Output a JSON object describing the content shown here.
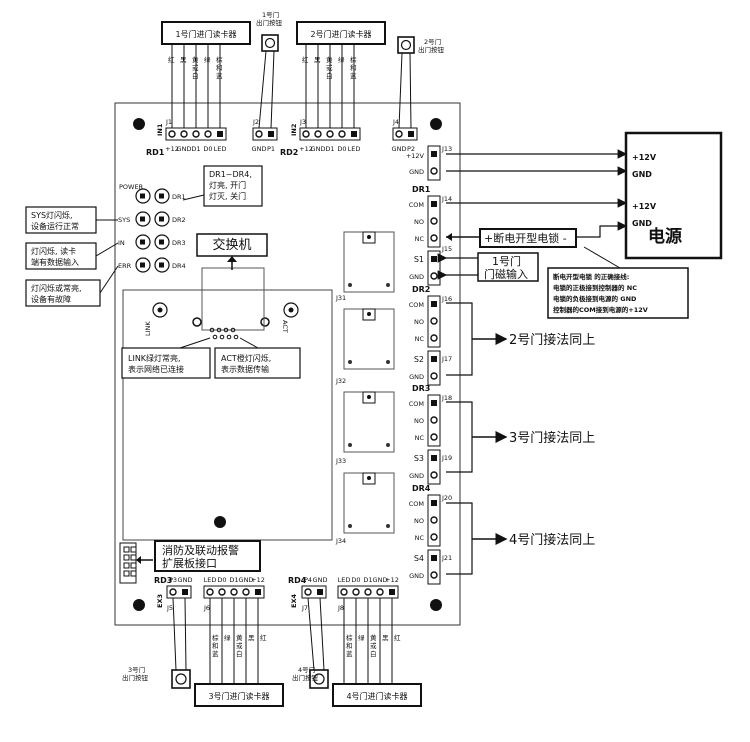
{
  "readers": {
    "r1": {
      "title": "1号门进门读卡器",
      "wires": [
        "红",
        "黑",
        "黄或白",
        "绿",
        "棕和蓝"
      ],
      "conn": "J1",
      "label": "RD1",
      "side": "IN1",
      "pins": [
        "+12",
        "GND",
        "D1",
        "D0",
        "LED"
      ]
    },
    "r2": {
      "title": "2号门进门读卡器",
      "wires": [
        "红",
        "黑",
        "黄或白",
        "绿",
        "棕和蓝"
      ],
      "conn": "J3",
      "label": "RD2",
      "side": "IN2",
      "pins": [
        "+12",
        "GND",
        "D1",
        "D0",
        "LED"
      ]
    },
    "r3": {
      "title": "3号门进门读卡器",
      "wires": [
        "棕和蓝",
        "绿",
        "黄或白",
        "黑",
        "红"
      ],
      "conn": "J6",
      "label": "RD3",
      "side": "EX3",
      "pins": [
        "LED",
        "D0",
        "D1",
        "GND",
        "+12"
      ]
    },
    "r4": {
      "title": "4号门进门读卡器",
      "wires": [
        "棕和蓝",
        "绿",
        "黄或白",
        "黑",
        "红"
      ],
      "conn": "J8",
      "label": "RD4",
      "side": "EX4",
      "pins": [
        "LED",
        "D0",
        "D1",
        "GND",
        "+12"
      ]
    }
  },
  "buttons": {
    "b1": {
      "title": "1号门\n出门按钮",
      "conn": "J2",
      "pins": [
        "GND",
        "P1"
      ]
    },
    "b2": {
      "title": "2号门\n出门按钮",
      "conn": "J4",
      "pins": [
        "GND",
        "P2"
      ]
    },
    "b3": {
      "title": "3号门\n出门按钮",
      "conn": "J5",
      "pins": [
        "P3",
        "GND"
      ]
    },
    "b4": {
      "title": "4号门\n出门按钮",
      "conn": "J7",
      "pins": [
        "P4",
        "GND"
      ]
    }
  },
  "leds": {
    "left": [
      "POWER",
      "SYS",
      "IN",
      "ERR"
    ],
    "right": [
      "DR1",
      "DR2",
      "DR3",
      "DR4"
    ],
    "notes": {
      "dr": "DR1~DR4,\n灯亮, 开门\n灯灭, 关门",
      "sys": "SYS灯闪烁,\n设备运行正常",
      "in": "灯闪烁, 读卡\n端有数据输入",
      "err": "灯闪烁或常亮,\n设备有故障"
    }
  },
  "network": {
    "switch": "交换机",
    "link": "LINK",
    "act": "ACT",
    "link_note": "LINK绿灯常亮,\n表示网络已连接",
    "act_note": "ACT橙灯闪烁,\n表示数据传输"
  },
  "fire": {
    "title": "消防及联动报警\n扩展板接口"
  },
  "power": {
    "label": "电源",
    "v1": "+12V",
    "g1": "GND",
    "v2": "+12V",
    "g2": "GND",
    "j13": "J13",
    "pin_v": "+12V",
    "pin_g": "GND"
  },
  "doors": {
    "d1": {
      "dr": "DR1",
      "j": "J14",
      "pins": [
        "COM",
        "NO",
        "NC"
      ],
      "lock": "断电开型电锁",
      "sensor_j": "J15",
      "sensor_pins": [
        "S1",
        "GND"
      ],
      "sensor": "1号门\n门磁输入"
    },
    "d2": {
      "dr": "DR2",
      "j": "J16",
      "pins": [
        "COM",
        "NO",
        "NC"
      ],
      "sensor_j": "J17",
      "sensor_pins": [
        "S2",
        "GND"
      ],
      "same": "2号门接法同上"
    },
    "d3": {
      "dr": "DR3",
      "j": "J18",
      "pins": [
        "COM",
        "NO",
        "NC"
      ],
      "sensor_j": "J19",
      "sensor_pins": [
        "S3",
        "GND"
      ],
      "same": "3号门接法同上"
    },
    "d4": {
      "dr": "DR4",
      "j": "J20",
      "pins": [
        "COM",
        "NO",
        "NC"
      ],
      "sensor_j": "J21",
      "sensor_pins": [
        "S4",
        "GND"
      ],
      "same": "4号门接法同上"
    }
  },
  "lock_note": "断电开型电锁 的正确接线:\n电锁的正极接到控制器的 NC\n电锁的负极接到电源的 GND\n控制器的COM接到电源的+12V",
  "relays": [
    "J31",
    "J32",
    "J33",
    "J34"
  ]
}
